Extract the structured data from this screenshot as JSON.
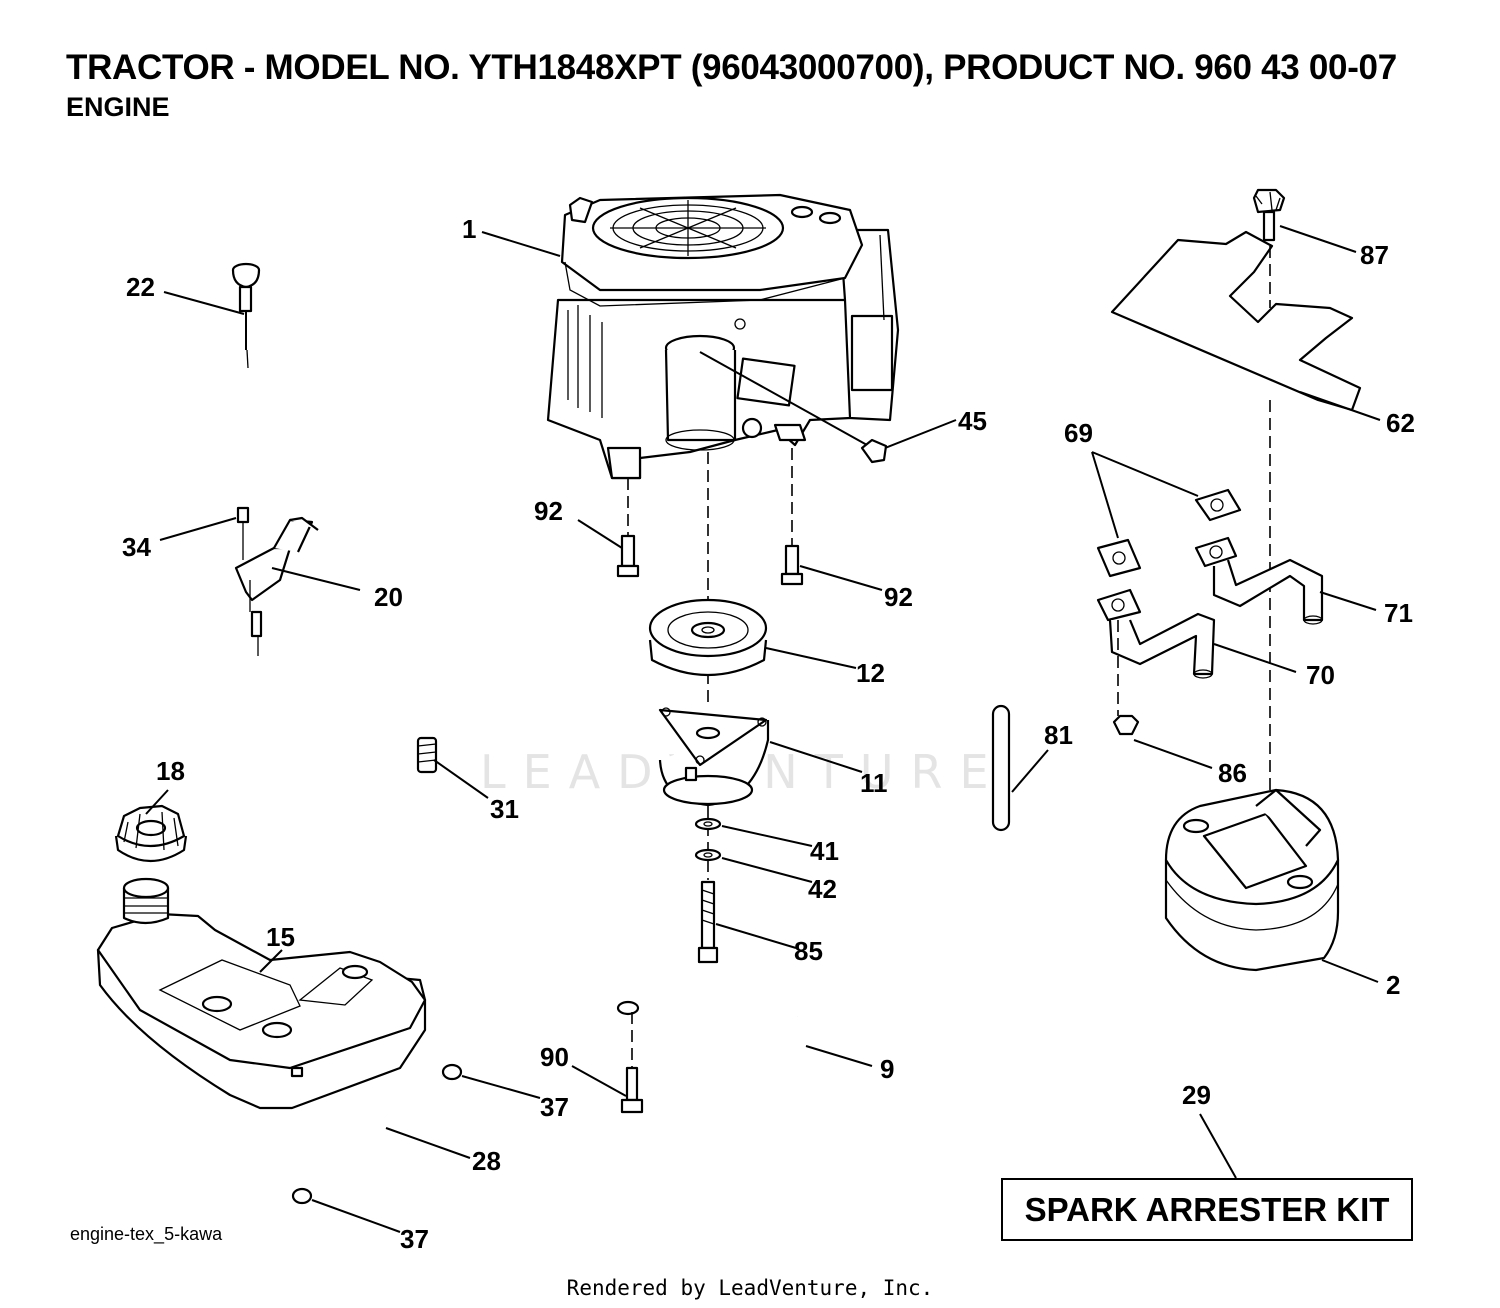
{
  "header": {
    "title": "TRACTOR - MODEL NO. YTH1848XPT (96043000700), PRODUCT NO. 960 43 00-07",
    "subtitle": "ENGINE"
  },
  "callouts": [
    {
      "id": "1",
      "part": "engine"
    },
    {
      "id": "2",
      "part": "muffler"
    },
    {
      "id": "9",
      "part": "rod"
    },
    {
      "id": "11",
      "part": "electric-clutch"
    },
    {
      "id": "12",
      "part": "pulley"
    },
    {
      "id": "15",
      "part": "fuel-tank"
    },
    {
      "id": "18",
      "part": "fuel-cap"
    },
    {
      "id": "20",
      "part": "throttle-control"
    },
    {
      "id": "22",
      "part": "choke-knob"
    },
    {
      "id": "28",
      "part": "fuel-line"
    },
    {
      "id": "29",
      "part": "spark-arrester-kit"
    },
    {
      "id": "31",
      "part": "spring"
    },
    {
      "id": "34",
      "part": "screw"
    },
    {
      "id": "37",
      "part": "clamp"
    },
    {
      "id": "41",
      "part": "washer"
    },
    {
      "id": "42",
      "part": "lock-washer"
    },
    {
      "id": "45",
      "part": "drain-plug"
    },
    {
      "id": "62",
      "part": "heat-shield"
    },
    {
      "id": "69",
      "part": "gasket"
    },
    {
      "id": "70",
      "part": "exhaust-pipe"
    },
    {
      "id": "71",
      "part": "exhaust-pipe"
    },
    {
      "id": "81",
      "part": "tube"
    },
    {
      "id": "85",
      "part": "bolt"
    },
    {
      "id": "86",
      "part": "nut"
    },
    {
      "id": "87",
      "part": "bolt"
    },
    {
      "id": "90",
      "part": "bolt"
    },
    {
      "id": "92",
      "part": "bolt"
    }
  ],
  "kit_box": "SPARK ARRESTER KIT",
  "file_name": "engine-tex_5-kawa",
  "credit": "Rendered by LeadVenture, Inc.",
  "watermark": "LEADVENTURE"
}
